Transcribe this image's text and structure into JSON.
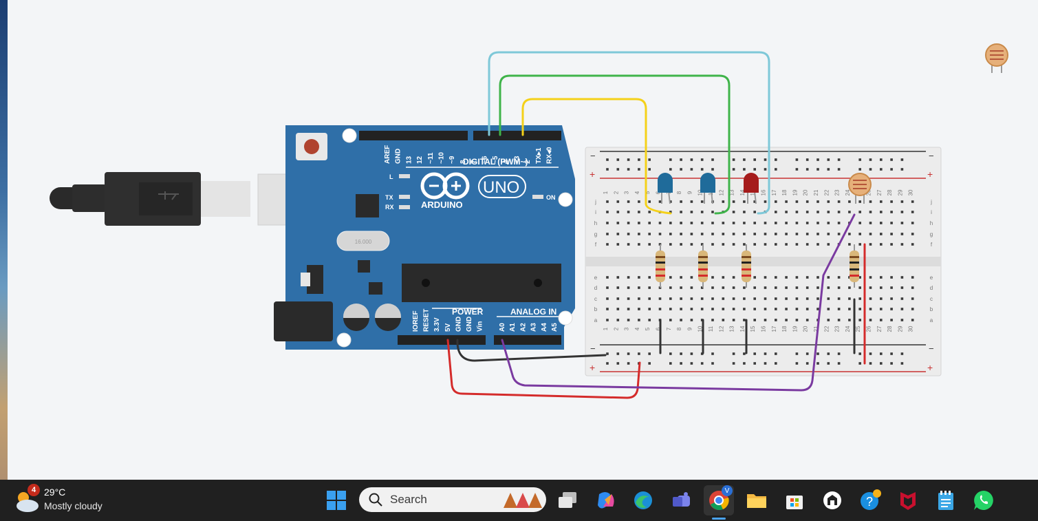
{
  "board": {
    "header_digital": "DIGITAL (PWM~)",
    "brand": "ARDUINO",
    "model": "UNO",
    "on_label": "ON",
    "l_label": "L",
    "tx_label": "TX",
    "rx_label": "RX",
    "power_label": "POWER",
    "analog_label": "ANALOG IN",
    "digital_pins": [
      "AREF",
      "GND",
      "13",
      "12",
      "~11",
      "~10",
      "~9",
      "8",
      "7",
      "~6",
      "~5",
      "4",
      "~3",
      "2",
      "TX▸1",
      "RX◂0"
    ],
    "power_pins": [
      "IOREF",
      "RESET",
      "3.3V",
      "5V",
      "GND",
      "GND",
      "Vin"
    ],
    "analog_pins": [
      "A0",
      "A1",
      "A2",
      "A3",
      "A4",
      "A5"
    ],
    "crystal_label": "16.000"
  },
  "breadboard": {
    "column_numbers": [
      "1",
      "2",
      "3",
      "4",
      "5",
      "6",
      "7",
      "8",
      "9",
      "10",
      "11",
      "12",
      "13",
      "14",
      "15",
      "16",
      "17",
      "18",
      "19",
      "20",
      "21",
      "22",
      "23",
      "24",
      "25",
      "26",
      "27",
      "28",
      "29",
      "30"
    ],
    "top_rows": [
      "j",
      "i",
      "h",
      "g",
      "f"
    ],
    "bottom_rows": [
      "e",
      "d",
      "c",
      "b",
      "a"
    ],
    "minus": "−",
    "plus": "+"
  },
  "colors": {
    "wire_cyan": "#7ec8d8",
    "wire_green": "#3fb44a",
    "wire_yellow": "#f4d11a",
    "wire_red": "#d42b2b",
    "wire_black": "#333333",
    "wire_purple": "#7a3aa0",
    "board_blue": "#2f6fa8",
    "led_blue": "#1f6b9a",
    "led_red": "#a51b1b"
  },
  "taskbar": {
    "weather_badge": "4",
    "weather_temp": "29°C",
    "weather_desc": "Mostly cloudy",
    "search_placeholder": "Search",
    "chrome_badge": "V",
    "icons": [
      "windows-start-icon",
      "search-icon",
      "task-view-icon",
      "copilot-icon",
      "edge-icon",
      "teams-icon",
      "chrome-icon",
      "file-explorer-icon",
      "microsoft-store-icon",
      "app-icon",
      "help-icon",
      "mcafee-icon",
      "notepad-icon",
      "whatsapp-icon"
    ]
  }
}
